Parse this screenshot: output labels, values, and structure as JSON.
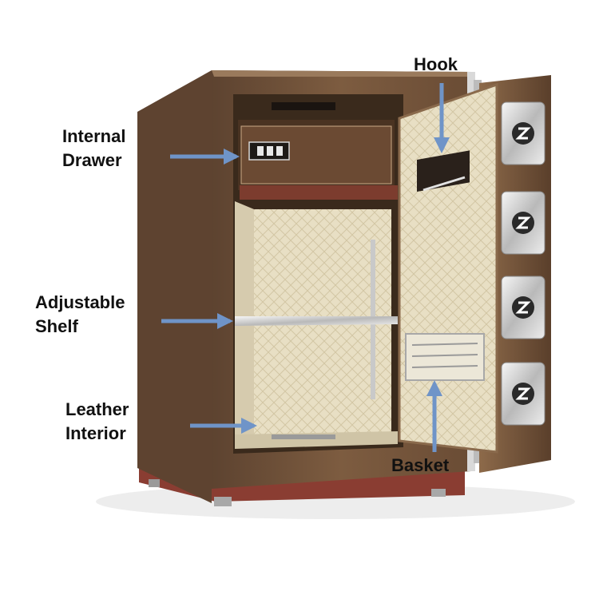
{
  "callouts": {
    "internal_drawer": {
      "line1": "Internal",
      "line2": "Drawer"
    },
    "adjustable_shelf": {
      "line1": "Adjustable",
      "line2": "Shelf"
    },
    "leather_interior": {
      "line1": "Leather",
      "line2": "Interior"
    },
    "hook": {
      "text": "Hook"
    },
    "basket": {
      "text": "Basket"
    }
  },
  "colors": {
    "arrow": "#6f94c8",
    "safe_body": "#7a5a3f",
    "safe_body_dark": "#4f3826",
    "leather": "#e6dcc0",
    "base": "#8a3d32"
  }
}
